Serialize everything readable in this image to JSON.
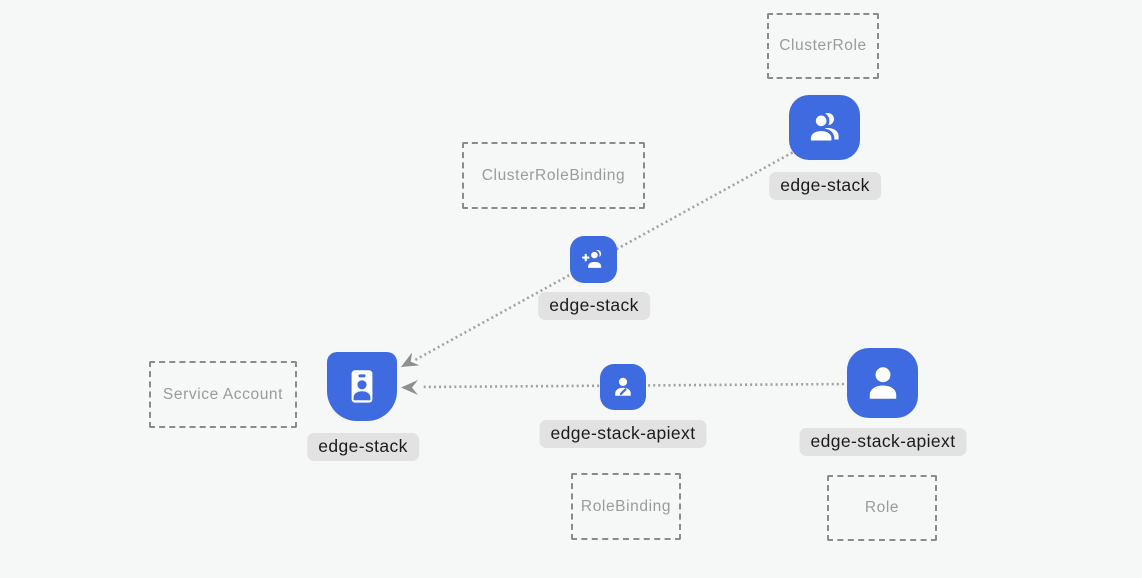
{
  "colors": {
    "background": "#f6f7f7",
    "node_blue": "#3f6be0",
    "glyph_white": "#ffffff",
    "chip_bg": "#e2e2e2",
    "chip_text": "#1b1b1b",
    "box_border": "#8b8b8b",
    "box_text": "#9b9b9b",
    "dotted_line": "#a1a1a1",
    "arrowhead": "#8f8f8f"
  },
  "type_boxes": [
    {
      "id": "cluster-role",
      "label": "ClusterRole"
    },
    {
      "id": "cluster-role-binding",
      "label": "ClusterRoleBinding"
    },
    {
      "id": "service-account",
      "label": "Service Account"
    },
    {
      "id": "role-binding",
      "label": "RoleBinding"
    },
    {
      "id": "role",
      "label": "Role"
    }
  ],
  "nodes": [
    {
      "id": "clusterrole-node",
      "label": "edge-stack",
      "icon": "users-icon",
      "near_box": "ClusterRole"
    },
    {
      "id": "clusterrolebinding-node",
      "label": "edge-stack",
      "icon": "user-plus-icon",
      "near_box": "ClusterRoleBinding"
    },
    {
      "id": "serviceaccount-node",
      "label": "edge-stack",
      "icon": "id-badge-icon",
      "near_box": "Service Account"
    },
    {
      "id": "rolebinding-node",
      "label": "edge-stack-apiext",
      "icon": "user-edit-icon",
      "near_box": "RoleBinding"
    },
    {
      "id": "role-node",
      "label": "edge-stack-apiext",
      "icon": "user-icon",
      "near_box": "Role"
    }
  ],
  "edges": [
    {
      "from": "clusterrole-node",
      "through": "clusterrolebinding-node",
      "to": "serviceaccount-node",
      "style": "dotted-arrow"
    },
    {
      "from": "role-node",
      "through": "rolebinding-node",
      "to": "serviceaccount-node",
      "style": "dotted-arrow"
    }
  ]
}
